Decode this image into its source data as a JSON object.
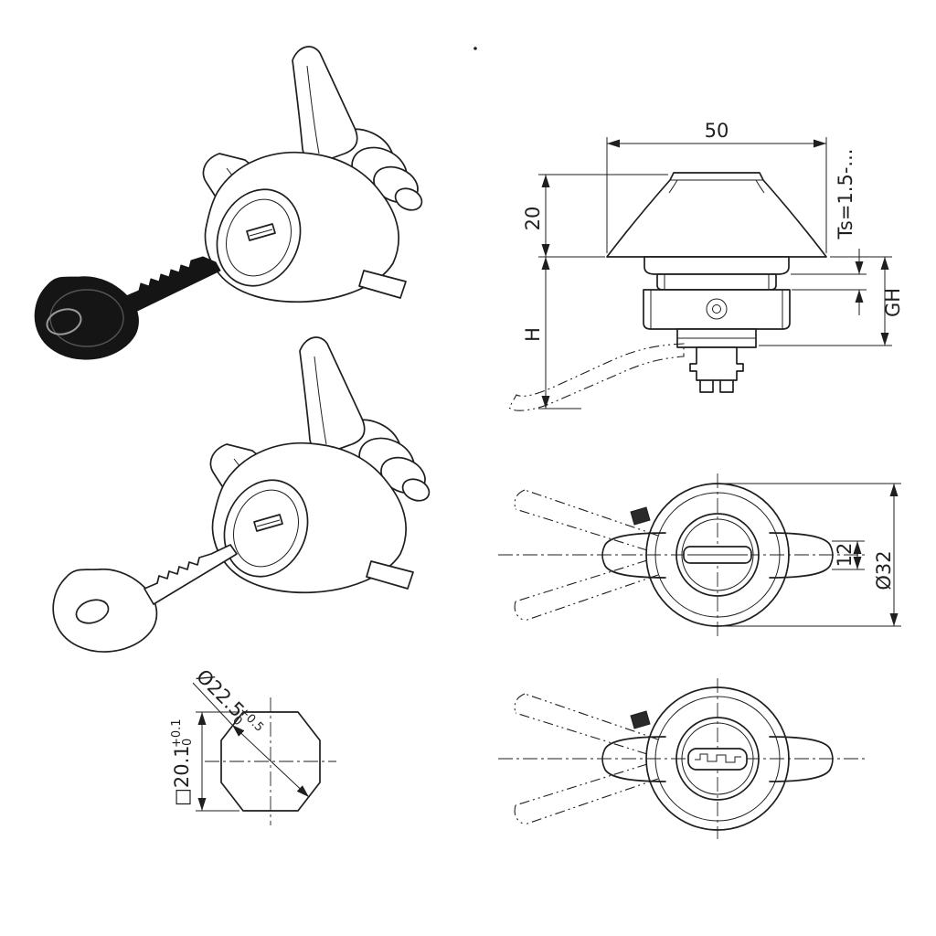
{
  "meta": {
    "background": "#ffffff",
    "ink": "#1f1f1f"
  },
  "front_view": {
    "dim_width": "50",
    "dim_grip_height": "20",
    "dim_body_height": "H",
    "dim_panel_thickness": "Ts=1.5-...",
    "dim_grip_total": "GH"
  },
  "top_view": {
    "dim_wing_thickness": "12",
    "dim_knob_diameter": "Ø32"
  },
  "cutout_view": {
    "dim_diameter": "Ø22.5",
    "dim_diameter_tol_upper": "+0.5",
    "dim_diameter_tol_lower": "0",
    "dim_square": "□20.1",
    "dim_square_tol_upper": "+0.1",
    "dim_square_tol_lower": "0"
  }
}
